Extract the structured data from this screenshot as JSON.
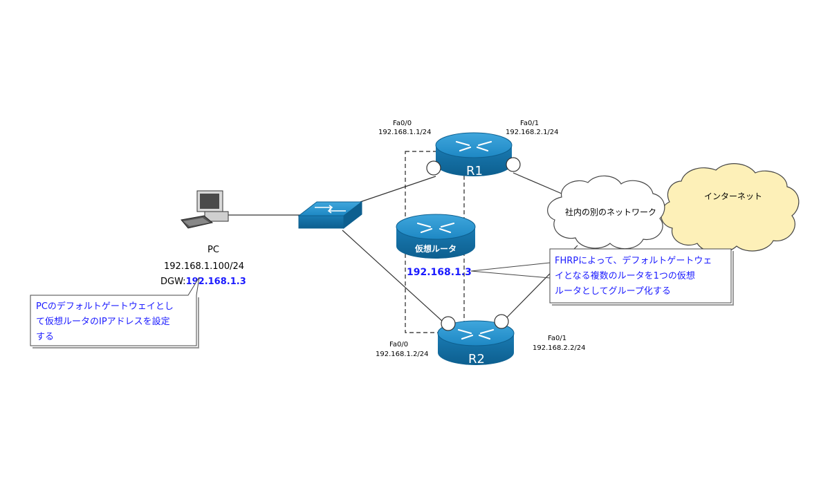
{
  "pc": {
    "label": "PC",
    "ip": "192.168.1.100/24",
    "dgw_prefix": "DGW:",
    "dgw_value": "192.168.1.3"
  },
  "r1": {
    "name": "R1",
    "fa00_name": "Fa0/0",
    "fa00_ip": "192.168.1.1/24",
    "fa01_name": "Fa0/1",
    "fa01_ip": "192.168.2.1/24"
  },
  "r2": {
    "name": "R2",
    "fa00_name": "Fa0/0",
    "fa00_ip": "192.168.1.2/24",
    "fa01_name": "Fa0/1",
    "fa01_ip": "192.168.2.2/24"
  },
  "virtual_router": {
    "name": "仮想ルータ",
    "ip": "192.168.1.3"
  },
  "clouds": {
    "internal": "社内の別のネットワーク",
    "internet": "インターネット"
  },
  "callouts": {
    "pc_note": [
      "PCのデフォルトゲートウェイとし",
      "て仮想ルータのIPアドレスを設定",
      "する"
    ],
    "fhrp_note": [
      "FHRPによって、デフォルトゲートウェ",
      "イとなる複数のルータを1つの仮想",
      "ルータとしてグループ化する"
    ]
  },
  "colors": {
    "router_blue": "#1e88c4",
    "router_dark": "#0d5f8f",
    "callout_text": "#1a1aff",
    "cloud_internet": "#fdf0b8"
  }
}
